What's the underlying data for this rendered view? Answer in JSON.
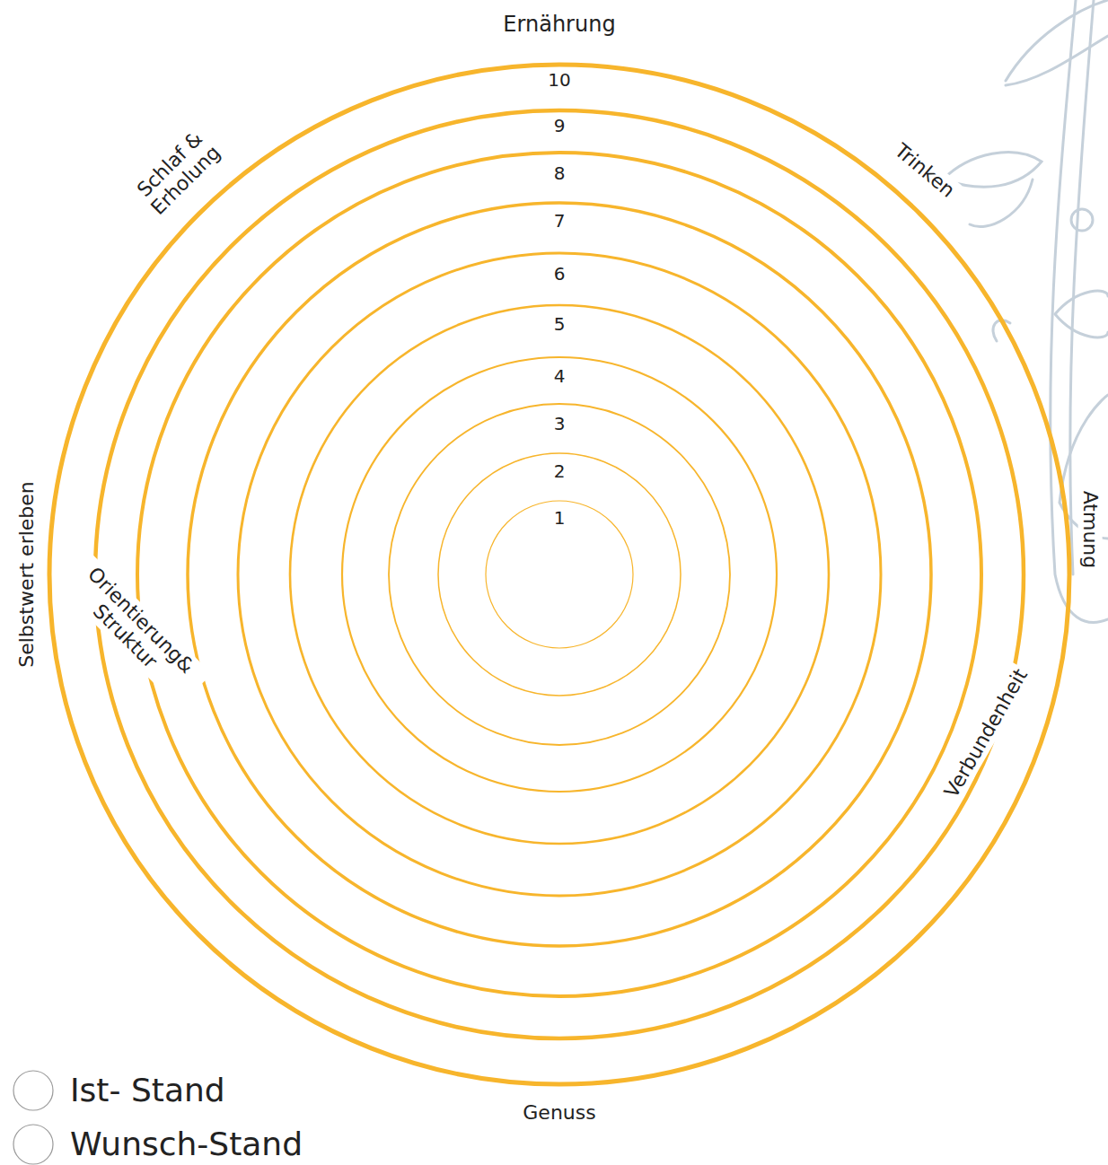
{
  "diagram": {
    "labels": [
      "Ernährung",
      "10",
      "9",
      "8",
      "7",
      "6",
      "5",
      "4",
      "3",
      "2",
      "1",
      "Trinken",
      "Atmung",
      "Verbundenheit",
      "Genuss",
      "Orientierung& Struktur",
      "Selbstwert erleben",
      "Schlaf & Erholung"
    ],
    "legend": [
      {
        "text": "Ist- Stand"
      },
      {
        "text": "Wunsch-Stand"
      }
    ]
  }
}
